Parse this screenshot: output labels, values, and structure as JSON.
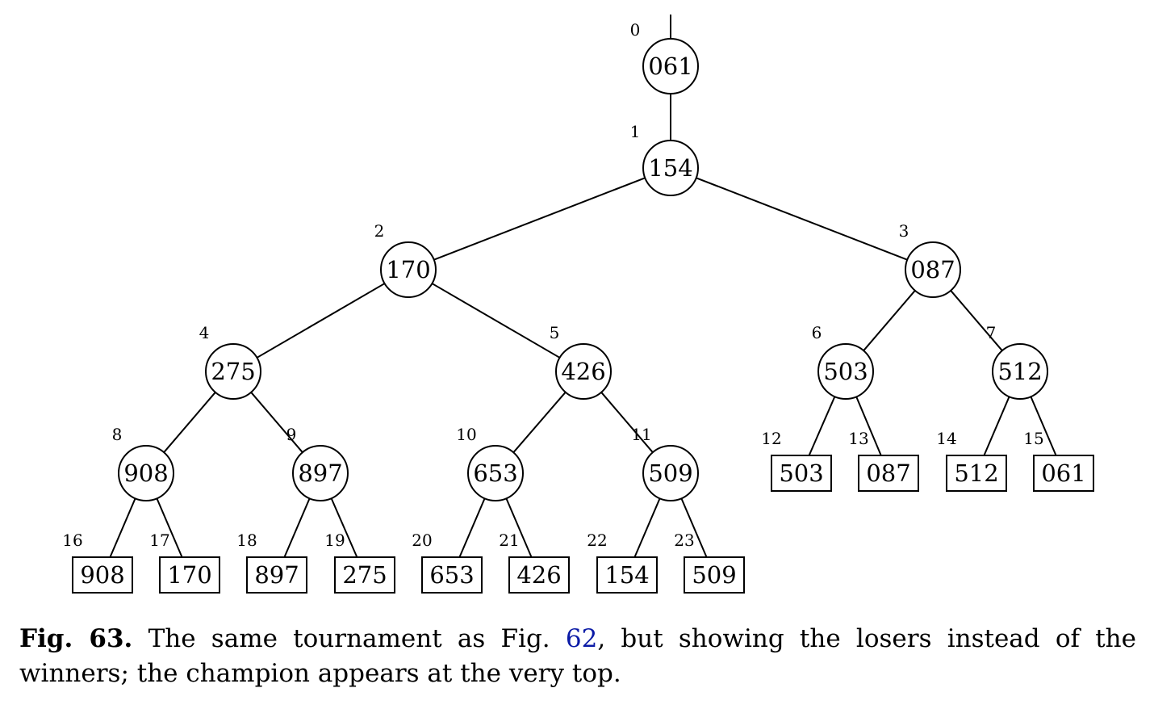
{
  "nodes": [
    {
      "index": "0",
      "value": "061",
      "kind": "internal"
    },
    {
      "index": "1",
      "value": "154",
      "kind": "internal"
    },
    {
      "index": "2",
      "value": "170",
      "kind": "internal"
    },
    {
      "index": "3",
      "value": "087",
      "kind": "internal"
    },
    {
      "index": "4",
      "value": "275",
      "kind": "internal"
    },
    {
      "index": "5",
      "value": "426",
      "kind": "internal"
    },
    {
      "index": "6",
      "value": "503",
      "kind": "internal"
    },
    {
      "index": "7",
      "value": "512",
      "kind": "internal"
    },
    {
      "index": "8",
      "value": "908",
      "kind": "internal"
    },
    {
      "index": "9",
      "value": "897",
      "kind": "internal"
    },
    {
      "index": "10",
      "value": "653",
      "kind": "internal"
    },
    {
      "index": "11",
      "value": "509",
      "kind": "internal"
    },
    {
      "index": "12",
      "value": "503",
      "kind": "external"
    },
    {
      "index": "13",
      "value": "087",
      "kind": "external"
    },
    {
      "index": "14",
      "value": "512",
      "kind": "external"
    },
    {
      "index": "15",
      "value": "061",
      "kind": "external"
    },
    {
      "index": "16",
      "value": "908",
      "kind": "external"
    },
    {
      "index": "17",
      "value": "170",
      "kind": "external"
    },
    {
      "index": "18",
      "value": "897",
      "kind": "external"
    },
    {
      "index": "19",
      "value": "275",
      "kind": "external"
    },
    {
      "index": "20",
      "value": "653",
      "kind": "external"
    },
    {
      "index": "21",
      "value": "426",
      "kind": "external"
    },
    {
      "index": "22",
      "value": "154",
      "kind": "external"
    },
    {
      "index": "23",
      "value": "509",
      "kind": "external"
    }
  ],
  "edges": [
    [
      "0",
      "1"
    ],
    [
      "1",
      "2"
    ],
    [
      "1",
      "3"
    ],
    [
      "2",
      "4"
    ],
    [
      "2",
      "5"
    ],
    [
      "3",
      "6"
    ],
    [
      "3",
      "7"
    ],
    [
      "4",
      "8"
    ],
    [
      "4",
      "9"
    ],
    [
      "5",
      "10"
    ],
    [
      "5",
      "11"
    ],
    [
      "6",
      "12"
    ],
    [
      "6",
      "13"
    ],
    [
      "7",
      "14"
    ],
    [
      "7",
      "15"
    ],
    [
      "8",
      "16"
    ],
    [
      "8",
      "17"
    ],
    [
      "9",
      "18"
    ],
    [
      "9",
      "19"
    ],
    [
      "10",
      "20"
    ],
    [
      "10",
      "21"
    ],
    [
      "11",
      "22"
    ],
    [
      "11",
      "23"
    ]
  ],
  "caption": {
    "label": "Fig. 63.",
    "text_before_ref": " The same tournament as Fig. ",
    "ref": "62",
    "text_after_ref": ", but showing the losers instead of the winners; the champion appears at the very top."
  },
  "colors": {
    "line": "#000000",
    "reference_link": "#0a1aa6"
  }
}
